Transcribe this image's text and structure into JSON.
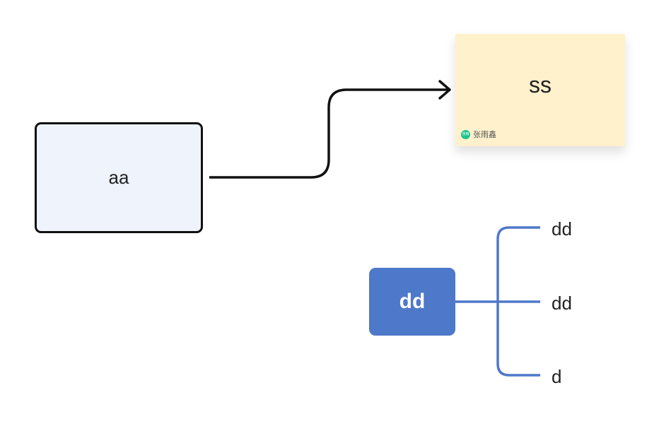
{
  "shape_box": {
    "label": "aa"
  },
  "sticky_note": {
    "text": "ss",
    "author": "张雨鑫",
    "avatar_text": "张雨"
  },
  "mind_map": {
    "root": "dd",
    "children": [
      "dd",
      "dd",
      "d"
    ]
  },
  "colors": {
    "box_fill": "#eef3fc",
    "sticky_fill": "#fff1cc",
    "mind_map_blue": "#4e78c9",
    "avatar": "#1fc28e"
  }
}
